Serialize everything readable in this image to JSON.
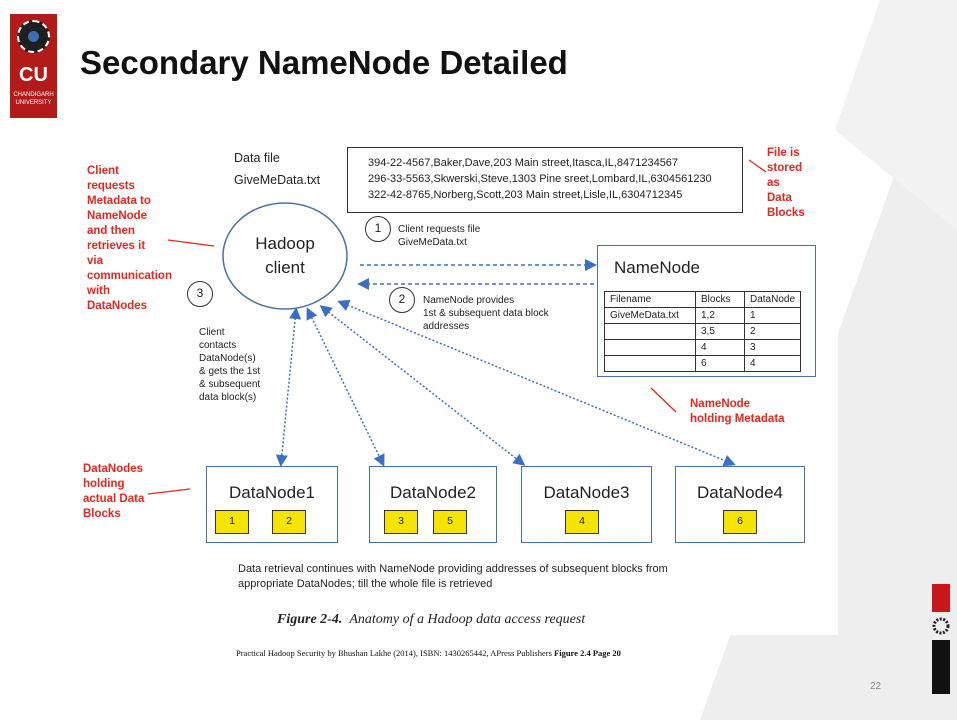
{
  "logo": {
    "text": "CU",
    "subtitle": "CHANDIGARH UNIVERSITY"
  },
  "slide": {
    "title": "Secondary NameNode Detailed",
    "page_number": "22"
  },
  "diagram": {
    "data_file": {
      "heading": "Data file",
      "name": "GiveMeData.txt"
    },
    "records": [
      "394-22-4567,Baker,Dave,203 Main street,Itasca,IL,8471234567",
      "296-33-5563,Skwerski,Steve,1303 Pine sreet,Lombard,IL,6304561230",
      "322-42-8765,Norberg,Scott,203 Main street,Lisle,IL,6304712345"
    ],
    "client": {
      "line1": "Hadoop",
      "line2": "client"
    },
    "annot_client": [
      "Client",
      "requests",
      "Metadata to",
      "NameNode",
      "and then",
      "retrieves it",
      "via",
      "communication",
      "with",
      "DataNodes"
    ],
    "annot_file": [
      "File is",
      "stored",
      "as",
      "Data",
      "Blocks"
    ],
    "annot_namenode": [
      "NameNode",
      "holding Metadata"
    ],
    "annot_datanodes": [
      "DataNodes",
      "holding",
      "actual Data",
      "Blocks"
    ],
    "step1": {
      "num": "1",
      "line1": "Client requests file",
      "line2": "GiveMeData.txt"
    },
    "step2": {
      "num": "2",
      "line1": "NameNode provides",
      "line2": "1st & subsequent data block",
      "line3": "addresses"
    },
    "step3": {
      "num": "3",
      "lines": [
        "Client",
        "contacts",
        "DataNode(s)",
        "& gets the 1st",
        "& subsequent",
        "data block(s)"
      ]
    },
    "namenode": {
      "title": "NameNode",
      "headers": [
        "Filename",
        "Blocks",
        "DataNode"
      ],
      "rows": [
        [
          "GiveMeData.txt",
          "1,2",
          "1"
        ],
        [
          "",
          "3,5",
          "2"
        ],
        [
          "",
          "4",
          "3"
        ],
        [
          "",
          "6",
          "4"
        ]
      ]
    },
    "datanodes": [
      {
        "name": "DataNode1",
        "blocks": [
          "1",
          "2"
        ]
      },
      {
        "name": "DataNode2",
        "blocks": [
          "3",
          "5"
        ]
      },
      {
        "name": "DataNode3",
        "blocks": [
          "4"
        ]
      },
      {
        "name": "DataNode4",
        "blocks": [
          "6"
        ]
      }
    ],
    "retrieval_note_1": "Data retrieval continues with NameNode providing addresses of subsequent blocks from",
    "retrieval_note_2": "appropriate DataNodes; till the whole file is retrieved",
    "figure_label": "Figure 2-4.",
    "figure_caption": "Anatomy of a Hadoop data access request"
  },
  "citation": {
    "text": "Practical Hadoop Security by Bhushan Lakhe (2014), ISBN: 1430265442, APress Publishers",
    "bold": "Figure 2.4 Page 20"
  },
  "colors": {
    "accent_red": "#e8261f",
    "brand_red": "#b31b1b",
    "arrow_blue": "#3b6fc4",
    "block_yellow": "#f5e400"
  }
}
